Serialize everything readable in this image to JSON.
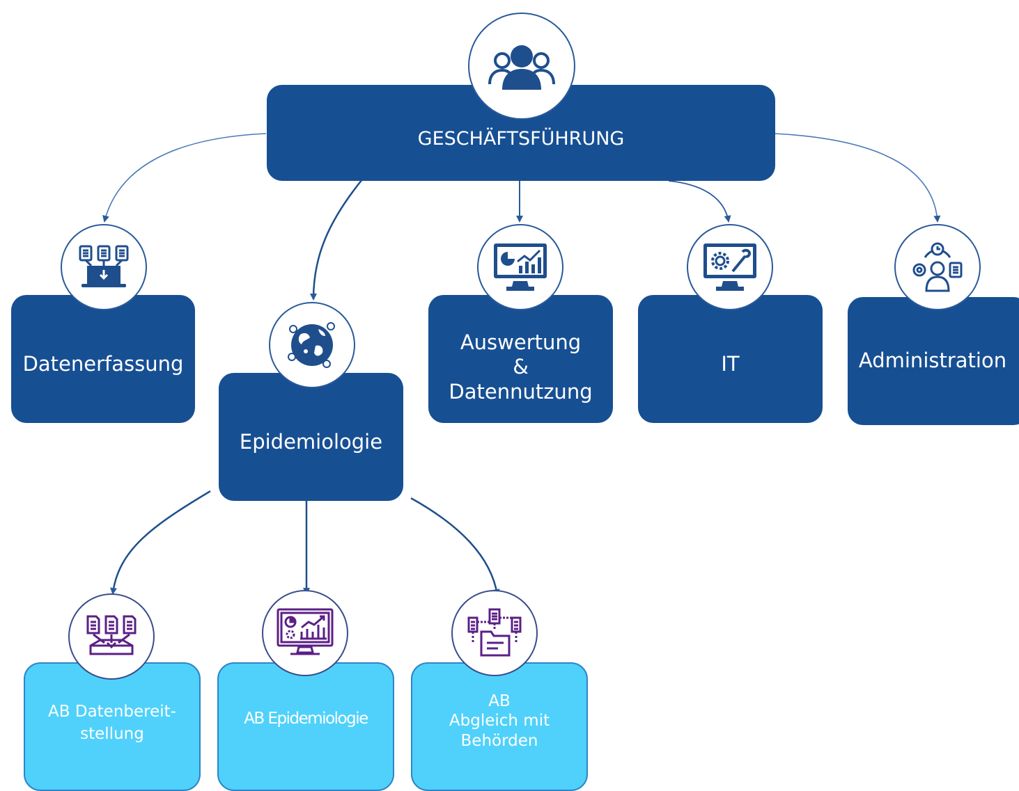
{
  "colors": {
    "primary_box": "#174f93",
    "secondary_box": "#4fd1fb",
    "icon_blue": "#1f4e8c",
    "icon_purple": "#5b1f87"
  },
  "top": {
    "label": "GESCHÄFTSFÜHRUNG",
    "icon": "team-icon"
  },
  "departments": [
    {
      "label": "Datenerfassung",
      "icon": "data-upload-laptop-icon"
    },
    {
      "label": "Epidemiologie",
      "icon": "globe-network-icon"
    },
    {
      "label": "Auswertung\n&\nDatennutzung",
      "icon": "analytics-monitor-icon"
    },
    {
      "label": "IT",
      "icon": "settings-monitor-icon"
    },
    {
      "label": "Administration",
      "icon": "admin-person-icon"
    }
  ],
  "workgroups": [
    {
      "label": "AB Datenbereit-\nstellung",
      "icon": "document-inbox-icon"
    },
    {
      "label": "AB Epidemiologie",
      "icon": "monitor-chart-icon"
    },
    {
      "label": "AB\nAbgleich mit\nBehörden",
      "icon": "document-folder-icon"
    }
  ]
}
